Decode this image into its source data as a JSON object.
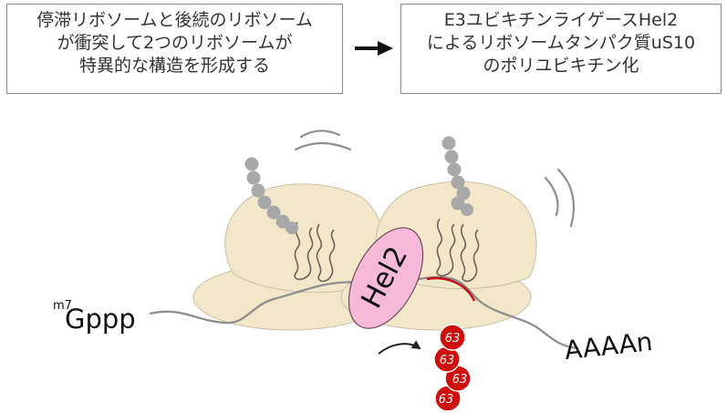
{
  "left_box": {
    "lines": [
      "停滞リボソームと後続のリボソーム",
      "が衝突して2つのリボソームが",
      "特異的な構造を形成する"
    ]
  },
  "right_box": {
    "lines": [
      "E3ユビキチンライゲースHel2",
      "によるリボソームタンパク質uS10",
      "のポリユビキチン化"
    ]
  },
  "mrna": {
    "cap_prefix": "m7",
    "cap_label": "Gppp",
    "tail_label": "AAAAn"
  },
  "enzyme_label": "Hel2",
  "ubiquitin_labels": [
    "63",
    "63",
    "63",
    "63"
  ],
  "colors": {
    "ribosome": "#f2e8c9",
    "hel2": "#f6b9d8",
    "ubiquitin": "#cf0d0d",
    "mrna_line": "#8e8e8e",
    "nascent_chain": "#a8a8a8",
    "highlight": "#c0141b"
  }
}
